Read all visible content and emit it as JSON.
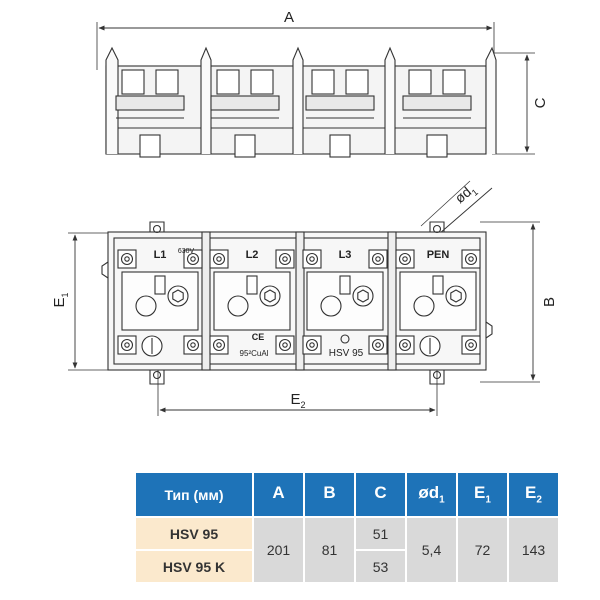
{
  "dimensions": {
    "A": "A",
    "C": "C",
    "B": "B",
    "E1": "E",
    "E1_sub": "1",
    "E2": "E",
    "E2_sub": "2",
    "d1": "ød",
    "d1_sub": "1"
  },
  "front_view_labels": {
    "l1": "L1",
    "l2": "L2",
    "l3": "L3",
    "pen": "PEN",
    "rating_left": "630V",
    "ce_mark": "CE",
    "cable_rating": "95²CuAl",
    "model_marking": "HSV 95"
  },
  "table": {
    "header_type": "Тип  (мм)",
    "headers": [
      "A",
      "B",
      "C",
      "ød",
      "E",
      "E"
    ],
    "header_subs": [
      "",
      "",
      "",
      "1",
      "1",
      "2"
    ],
    "rows": [
      {
        "type": "HSV 95",
        "C": "51"
      },
      {
        "type": "HSV 95 K",
        "C": "53"
      }
    ],
    "shared": {
      "A": "201",
      "B": "81",
      "d1": "5,4",
      "E1": "72",
      "E2": "143"
    }
  }
}
